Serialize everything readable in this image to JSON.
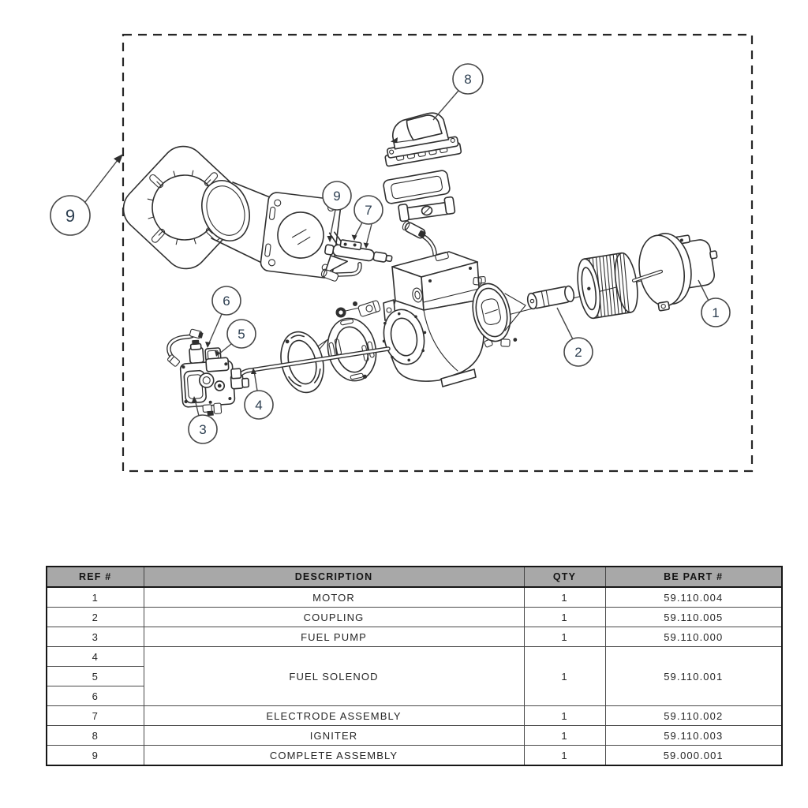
{
  "diagram": {
    "callouts": {
      "outer": {
        "label": "9"
      },
      "c1": {
        "label": "1"
      },
      "c2": {
        "label": "2"
      },
      "c3": {
        "label": "3"
      },
      "c4": {
        "label": "4"
      },
      "c5": {
        "label": "5"
      },
      "c6": {
        "label": "6"
      },
      "c7": {
        "label": "7"
      },
      "c8": {
        "label": "8"
      },
      "c9": {
        "label": "9"
      }
    }
  },
  "table": {
    "headers": [
      "REF #",
      "DESCRIPTION",
      "QTY",
      "BE PART #"
    ],
    "rows": [
      {
        "ref": "1",
        "description": "MOTOR",
        "qty": "1",
        "part": "59.110.004"
      },
      {
        "ref": "2",
        "description": "COUPLING",
        "qty": "1",
        "part": "59.110.005"
      },
      {
        "ref": "3",
        "description": "FUEL PUMP",
        "qty": "1",
        "part": "59.110.000"
      },
      {
        "refs": [
          "4",
          "5",
          "6"
        ],
        "description": "FUEL SOLENOD",
        "qty": "1",
        "part": "59.110.001"
      },
      {
        "ref": "7",
        "description": "ELECTRODE ASSEMBLY",
        "qty": "1",
        "part": "59.110.002"
      },
      {
        "ref": "8",
        "description": "IGNITER",
        "qty": "1",
        "part": "59.110.003"
      },
      {
        "ref": "9",
        "description": "COMPLETE ASSEMBLY",
        "qty": "1",
        "part": "59.000.001"
      }
    ]
  },
  "colors": {
    "line": "#2f2f2f",
    "callout_number": "#2c3e50",
    "table_header_bg": "#a8a8a8",
    "table_border": "#161616"
  }
}
